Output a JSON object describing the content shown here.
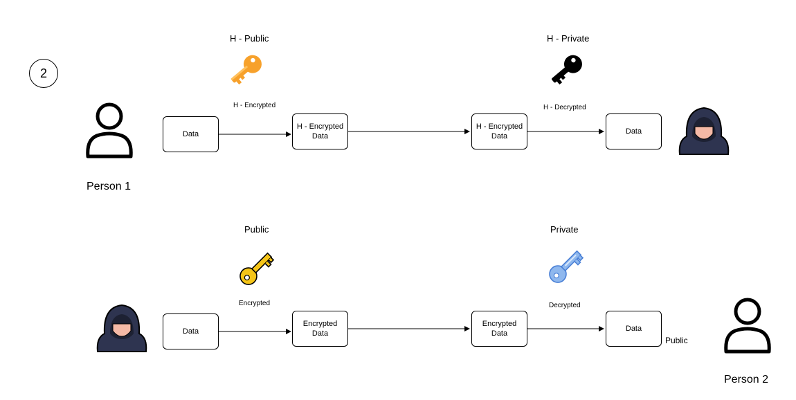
{
  "step_number": "2",
  "row1": {
    "person_label": "Person 1",
    "key_left_title": "H - Public",
    "key_right_title": "H - Private",
    "edge_left_label": "H - Encrypted",
    "edge_right_label": "H - Decrypted",
    "nodes": [
      "Data",
      "H - Encrypted\nData",
      "H - Encrypted\nData",
      "Data"
    ]
  },
  "row2": {
    "person_label": "Person 2",
    "key_left_title": "Public",
    "key_right_title": "Private",
    "edge_left_label": "Encrypted",
    "edge_right_label": "Decrypted",
    "nodes": [
      "Data",
      "Encrypted\nData",
      "Encrypted\nData",
      "Data"
    ],
    "side_label": "Public"
  },
  "icons": {
    "person": "person-outline-icon",
    "hacker": "hooded-hacker-icon",
    "key_orange": "key-orange-icon",
    "key_black": "key-black-icon",
    "key_yellow": "key-yellow-icon",
    "key_blue": "key-blue-icon"
  },
  "colors": {
    "key_orange": "#f7a12b",
    "key_black": "#000000",
    "key_yellow": "#f5c518",
    "key_blue": "#8fb8ee",
    "hacker_hood": "#2e3450",
    "hacker_face": "#f4b9a6"
  }
}
